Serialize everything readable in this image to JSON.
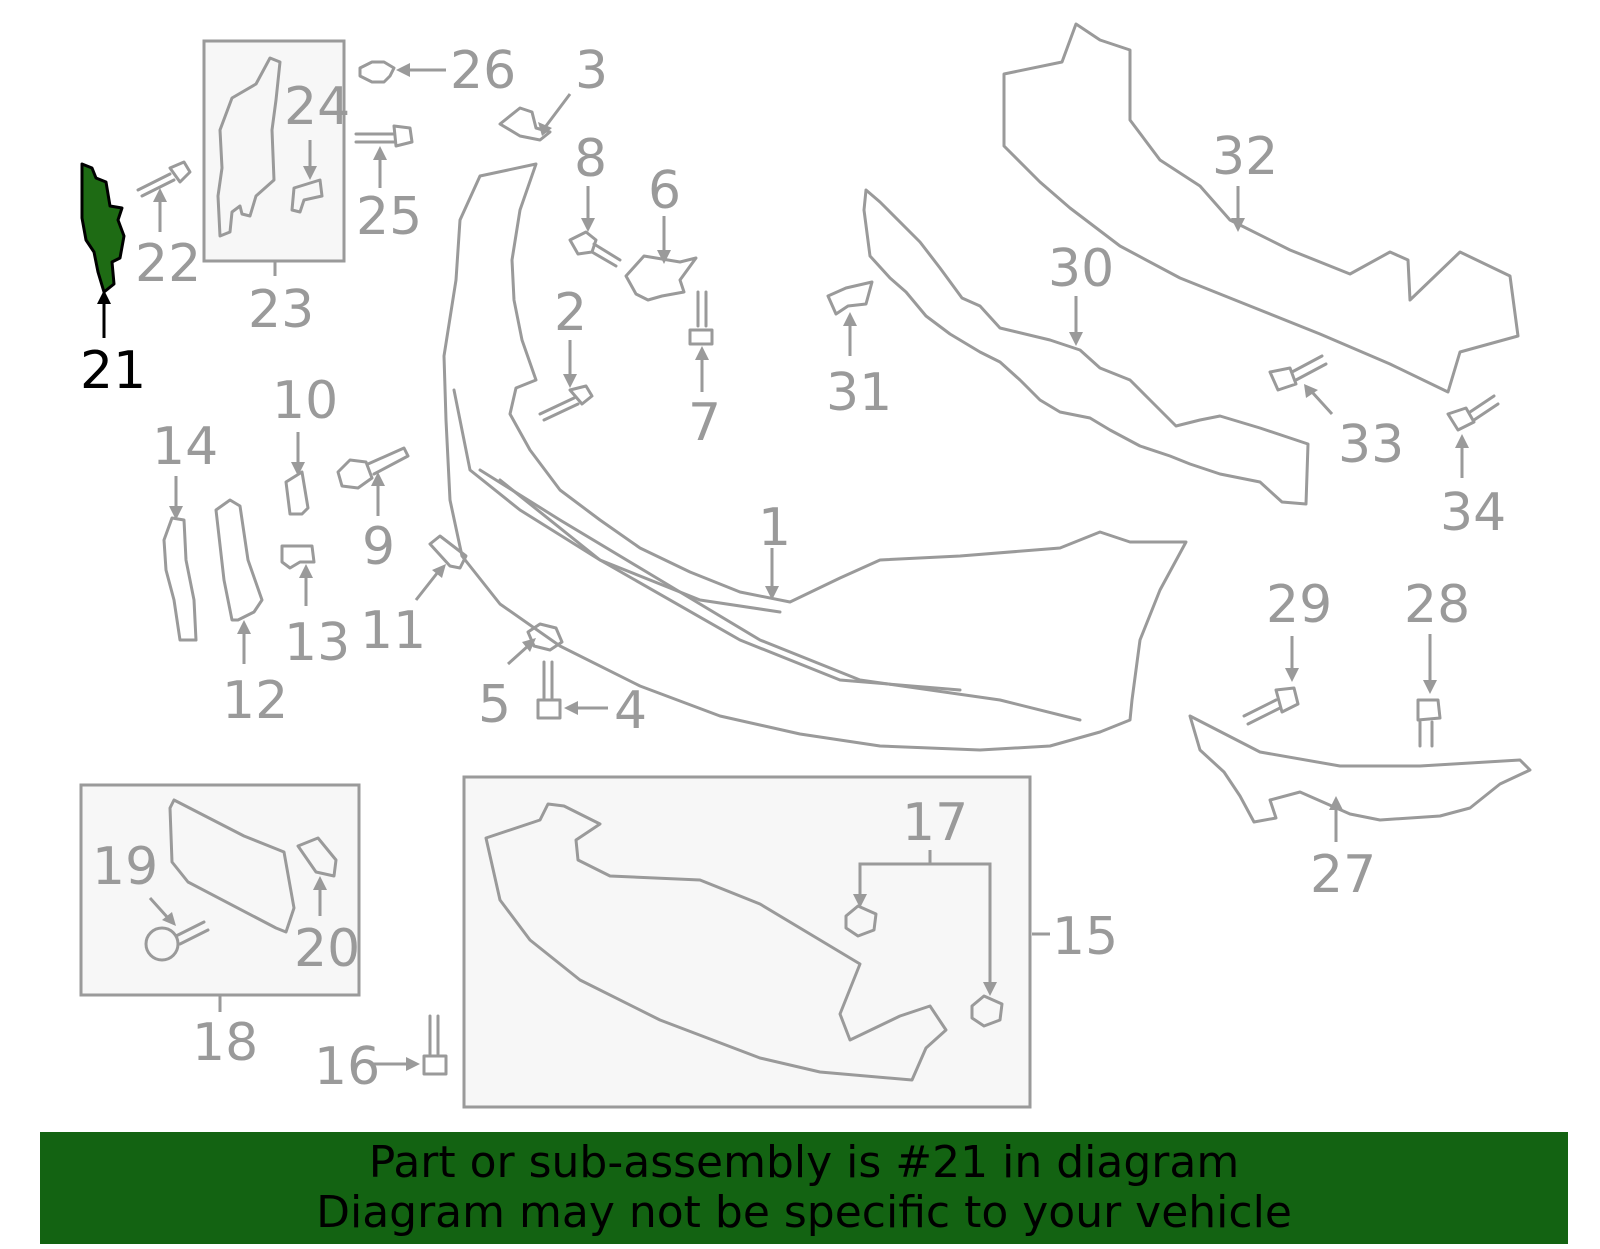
{
  "highlight_color": "#1e6b14",
  "banner_color": "#136312",
  "banner": {
    "line1": "Part or sub-assembly is #21 in diagram",
    "line2": "Diagram may not be specific to your vehicle"
  },
  "callouts": {
    "c1": "1",
    "c2": "2",
    "c3": "3",
    "c4": "4",
    "c5": "5",
    "c6": "6",
    "c7": "7",
    "c8": "8",
    "c9": "9",
    "c10": "10",
    "c11": "11",
    "c12": "12",
    "c13": "13",
    "c14": "14",
    "c15": "15",
    "c16": "16",
    "c17": "17",
    "c18": "18",
    "c19": "19",
    "c20": "20",
    "c21": "21",
    "c22": "22",
    "c23": "23",
    "c24": "24",
    "c25": "25",
    "c26": "26",
    "c27": "27",
    "c28": "28",
    "c29": "29",
    "c30": "30",
    "c31": "31",
    "c32": "32",
    "c33": "33",
    "c34": "34"
  },
  "highlighted_part": "21"
}
